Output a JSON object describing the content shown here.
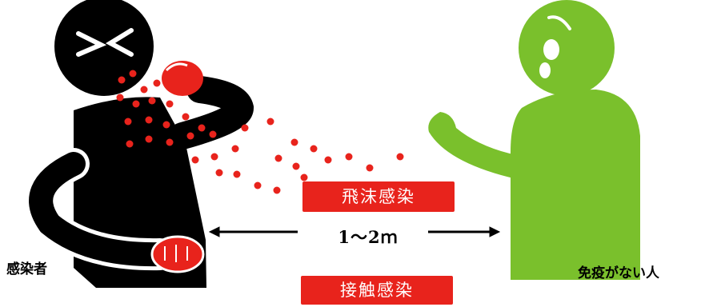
{
  "labels": {
    "droplet": "飛沫感染",
    "contact": "接触感染",
    "distance": "1～2ｍ",
    "infected": "感染者",
    "non_immune": "免疫がない人"
  },
  "colors": {
    "infected_body": "#000000",
    "non_immune_body": "#7ac02c",
    "droplets": "#e8231c",
    "glove": "#e8231c",
    "tag_background": "#e8231c"
  },
  "icons": [
    "infected-person-icon",
    "non-immune-person-icon",
    "droplet-dots",
    "double-arrow-icon"
  ]
}
